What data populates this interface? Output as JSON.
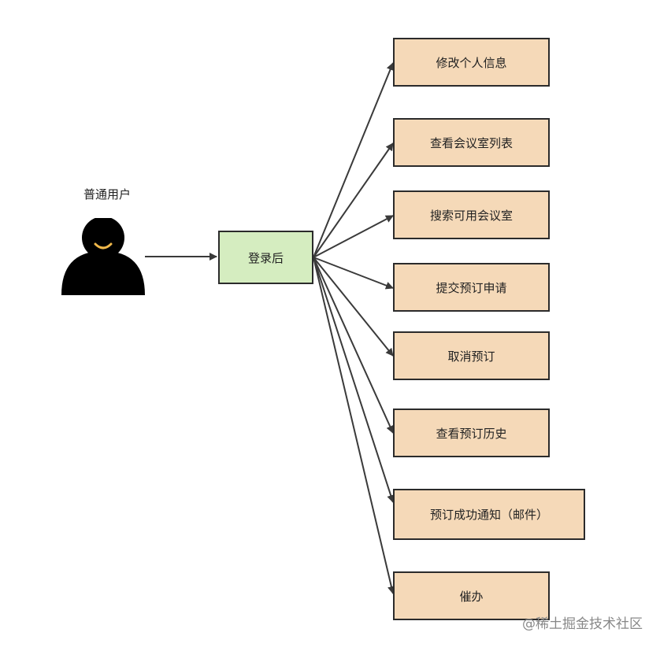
{
  "actor": {
    "label": "普通用户",
    "icon": "user-person-icon"
  },
  "login_node": {
    "label": "登录后"
  },
  "actions": [
    {
      "label": "修改个人信息"
    },
    {
      "label": "查看会议室列表"
    },
    {
      "label": "搜索可用会议室"
    },
    {
      "label": "提交预订申请"
    },
    {
      "label": "取消预订"
    },
    {
      "label": "查看预订历史"
    },
    {
      "label": "预订成功通知（邮件）"
    },
    {
      "label": "催办"
    }
  ],
  "watermark": "@稀土掘金技术社区",
  "colors": {
    "login_fill": "#d5edc0",
    "action_fill": "#f5d9b8",
    "border": "#2b2b2b",
    "arrow": "#3a3a3a",
    "actor_body": "#000000",
    "actor_smile": "#f0b84a"
  }
}
